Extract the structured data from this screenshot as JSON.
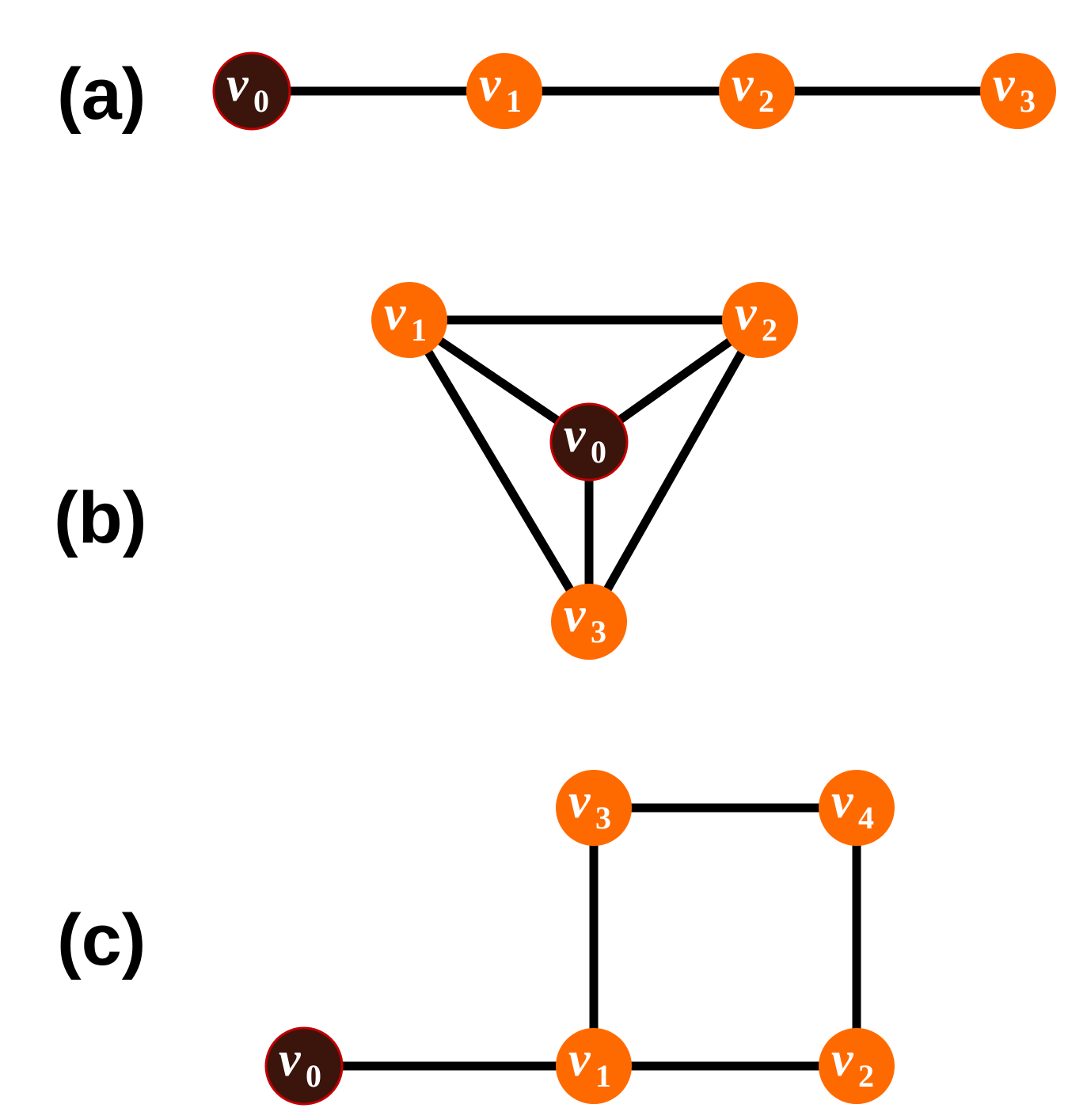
{
  "colors": {
    "root_fill": "#3b140c",
    "root_stroke": "#c00000",
    "node_fill": "#ff6a00",
    "edge": "#000000"
  },
  "panels": [
    {
      "label": "(a)",
      "root": "v0",
      "nodes": [
        {
          "id": "v0",
          "letter": "v",
          "sub": "0"
        },
        {
          "id": "v1",
          "letter": "v",
          "sub": "1"
        },
        {
          "id": "v2",
          "letter": "v",
          "sub": "2"
        },
        {
          "id": "v3",
          "letter": "v",
          "sub": "3"
        }
      ],
      "edges": [
        [
          "v0",
          "v1"
        ],
        [
          "v1",
          "v2"
        ],
        [
          "v2",
          "v3"
        ]
      ]
    },
    {
      "label": "(b)",
      "root": "v0",
      "nodes": [
        {
          "id": "v0",
          "letter": "v",
          "sub": "0"
        },
        {
          "id": "v1",
          "letter": "v",
          "sub": "1"
        },
        {
          "id": "v2",
          "letter": "v",
          "sub": "2"
        },
        {
          "id": "v3",
          "letter": "v",
          "sub": "3"
        }
      ],
      "edges": [
        [
          "v1",
          "v2"
        ],
        [
          "v1",
          "v0"
        ],
        [
          "v2",
          "v0"
        ],
        [
          "v1",
          "v3"
        ],
        [
          "v2",
          "v3"
        ],
        [
          "v0",
          "v3"
        ]
      ]
    },
    {
      "label": "(c)",
      "root": "v0",
      "nodes": [
        {
          "id": "v0",
          "letter": "v",
          "sub": "0"
        },
        {
          "id": "v1",
          "letter": "v",
          "sub": "1"
        },
        {
          "id": "v2",
          "letter": "v",
          "sub": "2"
        },
        {
          "id": "v3",
          "letter": "v",
          "sub": "3"
        },
        {
          "id": "v4",
          "letter": "v",
          "sub": "4"
        }
      ],
      "edges": [
        [
          "v0",
          "v1"
        ],
        [
          "v1",
          "v2"
        ],
        [
          "v1",
          "v3"
        ],
        [
          "v3",
          "v4"
        ],
        [
          "v4",
          "v2"
        ]
      ]
    }
  ]
}
